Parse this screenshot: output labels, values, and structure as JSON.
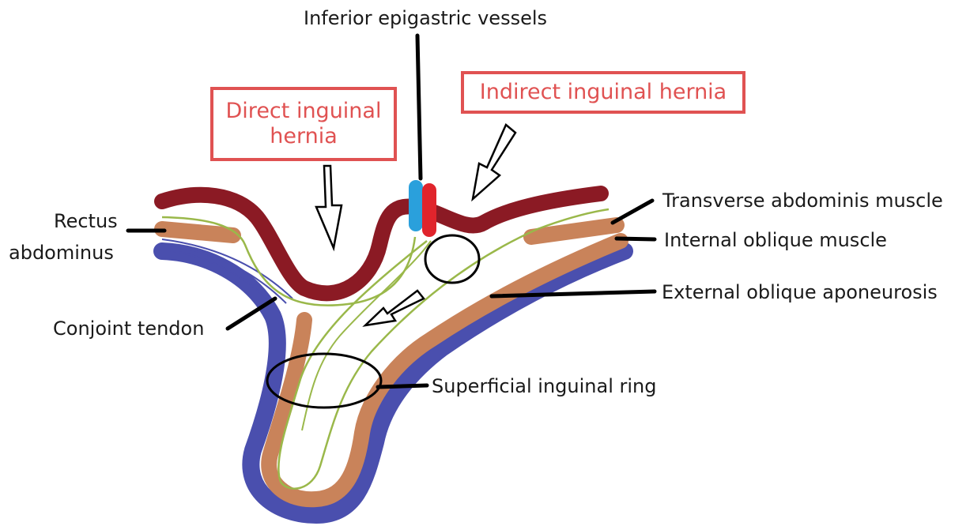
{
  "labels": {
    "inferior_epigastric": "Inferior epigastric vessels",
    "transverse_abdominis": "Transverse abdominis muscle",
    "internal_oblique": "Internal oblique muscle",
    "external_oblique": "External oblique aponeurosis",
    "superficial_ring": "Superficial inguinal ring",
    "conjoint_tendon": "Conjoint tendon",
    "rectus_line1": "Rectus",
    "rectus_line2": "abdominus"
  },
  "callouts": {
    "direct_line1": "Direct inguinal",
    "direct_line2": "hernia",
    "indirect": "Indirect inguinal hernia"
  },
  "colors": {
    "callout_red": "#e05252",
    "peritoneum": "#8b1a24",
    "fascia": "#9ab84a",
    "muscle": "#c9835a",
    "aponeurosis": "#4a4fae",
    "artery": "#e0242c",
    "vein": "#2aa0dc"
  }
}
